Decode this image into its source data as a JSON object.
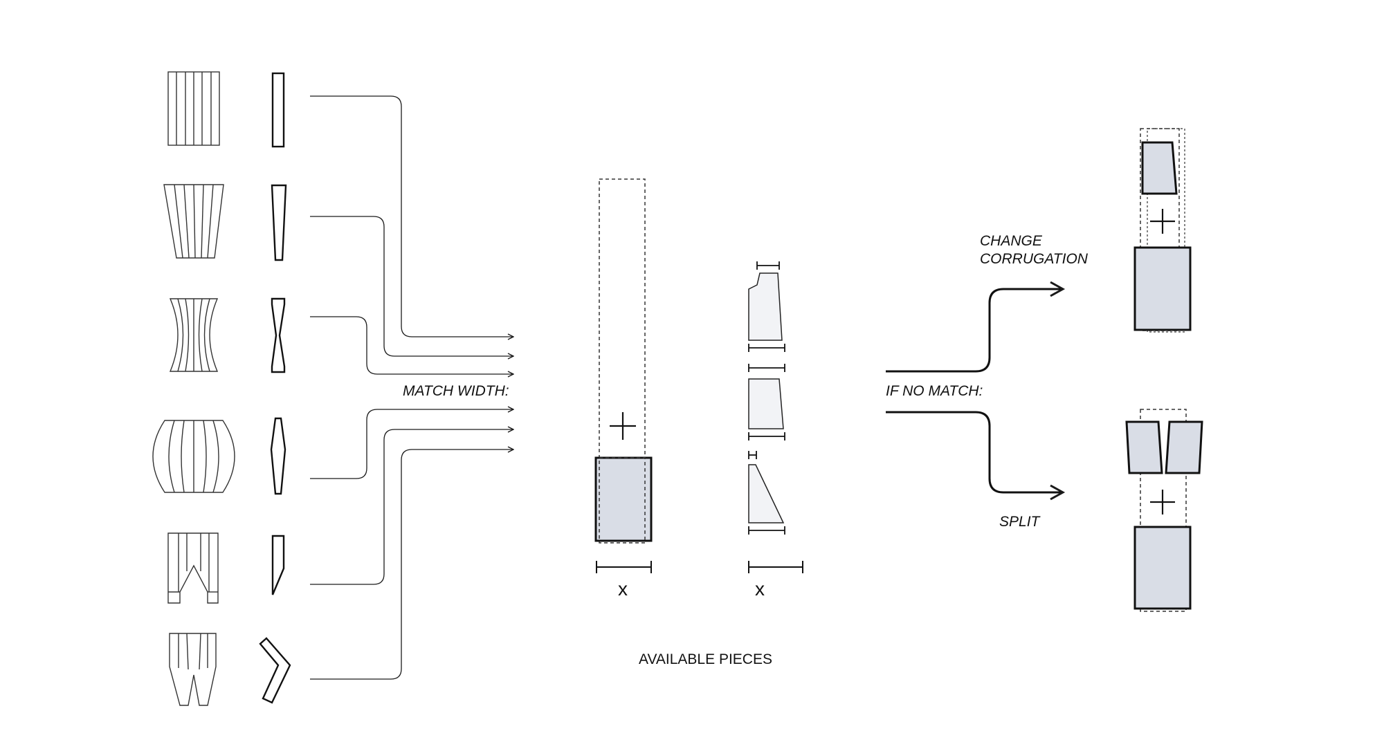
{
  "labels": {
    "match_width": "MATCH WIDTH:",
    "if_no_match": "IF NO MATCH:",
    "change_line1": "CHANGE",
    "change_line2": "CORRUGATION",
    "split": "SPLIT",
    "x_left": "x",
    "x_right": "x",
    "available_pieces": "AVAILABLE PIECES"
  },
  "colors": {
    "stroke": "#1a1a1a",
    "piece_fill": "#d9dde6",
    "light_fill": "#f2f3f6"
  }
}
